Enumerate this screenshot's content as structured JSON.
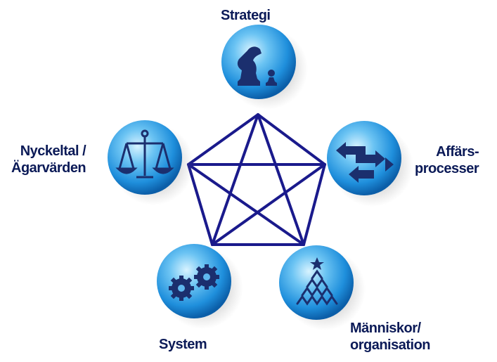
{
  "nodes": [
    {
      "id": "strategi",
      "lines": [
        "Strategi"
      ],
      "icon": "chess-pieces-icon"
    },
    {
      "id": "affarsprocesser",
      "lines": [
        "Affärs-",
        "processer"
      ],
      "icon": "process-arrows-icon"
    },
    {
      "id": "manniskor",
      "lines": [
        "Människor/",
        "organisation"
      ],
      "icon": "people-pyramid-icon"
    },
    {
      "id": "system",
      "lines": [
        "System"
      ],
      "icon": "gears-icon"
    },
    {
      "id": "nyckeltal",
      "lines": [
        "Nyckeltal /",
        "Ägarvärden"
      ],
      "icon": "balance-scale-icon"
    }
  ],
  "colors": {
    "line": "#1a1a8c",
    "label": "#0b1a57",
    "sphere_light": "#bfe9ff",
    "sphere_mid": "#3aa8ea",
    "sphere_dark": "#0b5ea8",
    "icon": "#1b2f6e"
  }
}
